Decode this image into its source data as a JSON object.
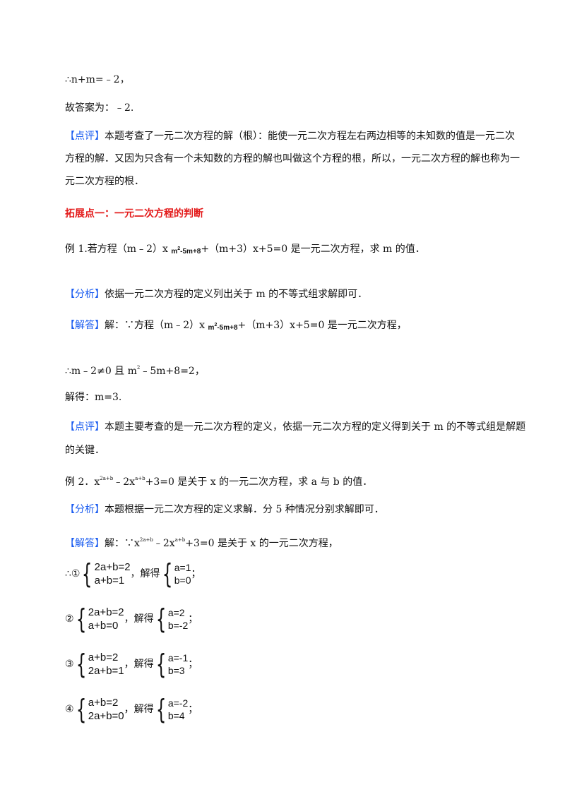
{
  "l1": "∴n+m=﹣2，",
  "l2": "故答案为：﹣2.",
  "note1": {
    "tag": "【点评】",
    "line1": "本题考查了一元二次方程的解（根）：能使一元二次方程左右两边相等的未知数的值是一元二次",
    "line2": "方程的解．又因为只含有一个未知数的方程的解也叫做这个方程的根，所以，一元二次方程的解也称为一",
    "line3": "元二次方程的根．"
  },
  "section_title": "拓展点一：一元二次方程的判断",
  "ex1": {
    "pre": "例 1.若方程（m﹣2）x ",
    "exp_m": "m",
    "exp_2": "2",
    "exp_rest": "-5m+8",
    "post": "+（m+3）x+5=0 是一元二次方程，求 m 的值．"
  },
  "ana1": {
    "tag": "【分析】",
    "text": "依据一元二次方程的定义列出关于 m 的不等式组求解即可．"
  },
  "sol1": {
    "tag": "【解答】",
    "pre": "解：∵方程（m﹣2）x ",
    "exp_m": "m",
    "exp_2": "2",
    "exp_rest": "-5m+8",
    "post": "+（m+3）x+5=0 是一元二次方程，"
  },
  "l_cond": {
    "pre": "∴m﹣2≠0 且 m",
    "sup": "2",
    "post": "﹣5m+8=2，"
  },
  "l_res": "解得：m=3.",
  "note2": {
    "tag": "【点评】",
    "line1": "本题主要考查的是一元二次方程的定义，依据一元二次方程的定义得到关于 m 的不等式组是解题",
    "line2": "的关键．"
  },
  "ex2": {
    "pre": "例 2．x",
    "sup1": "2a+b",
    "mid": "﹣2x",
    "sup2": "a+b",
    "post": "+3=0 是关于 x 的一元二次方程，求 a 与 b 的值．"
  },
  "ana2": {
    "tag": "【分析】",
    "text": "本题根据一元二次方程的定义求解．分 5 种情况分别求解即可．"
  },
  "sol2": {
    "tag": "【解答】",
    "pre": "解：∵x",
    "sup1": "2a+b",
    "mid": "﹣2x",
    "sup2": "a+b",
    "post": "+3=0 是关于 x 的一元二次方程，"
  },
  "solve_word": "，解得",
  "cases": [
    {
      "prefix": "∴①",
      "eq1": "2a+b=2",
      "eq2": "a+b=1",
      "r1": "a=1",
      "r2": "b=0",
      "end": "；"
    },
    {
      "prefix": "②",
      "eq1": "2a+b=2",
      "eq2": "a+b=0",
      "r1": "a=2",
      "r2": "b=-2",
      "end": "；"
    },
    {
      "prefix": "③",
      "eq1": "a+b=2",
      "eq2": "2a+b=1",
      "r1": "a=-1",
      "r2": "b=3",
      "end": "；"
    },
    {
      "prefix": "④",
      "eq1": "a+b=2",
      "eq2": "2a+b=0",
      "r1": "a=-2",
      "r2": "b=4",
      "end": "；"
    }
  ]
}
